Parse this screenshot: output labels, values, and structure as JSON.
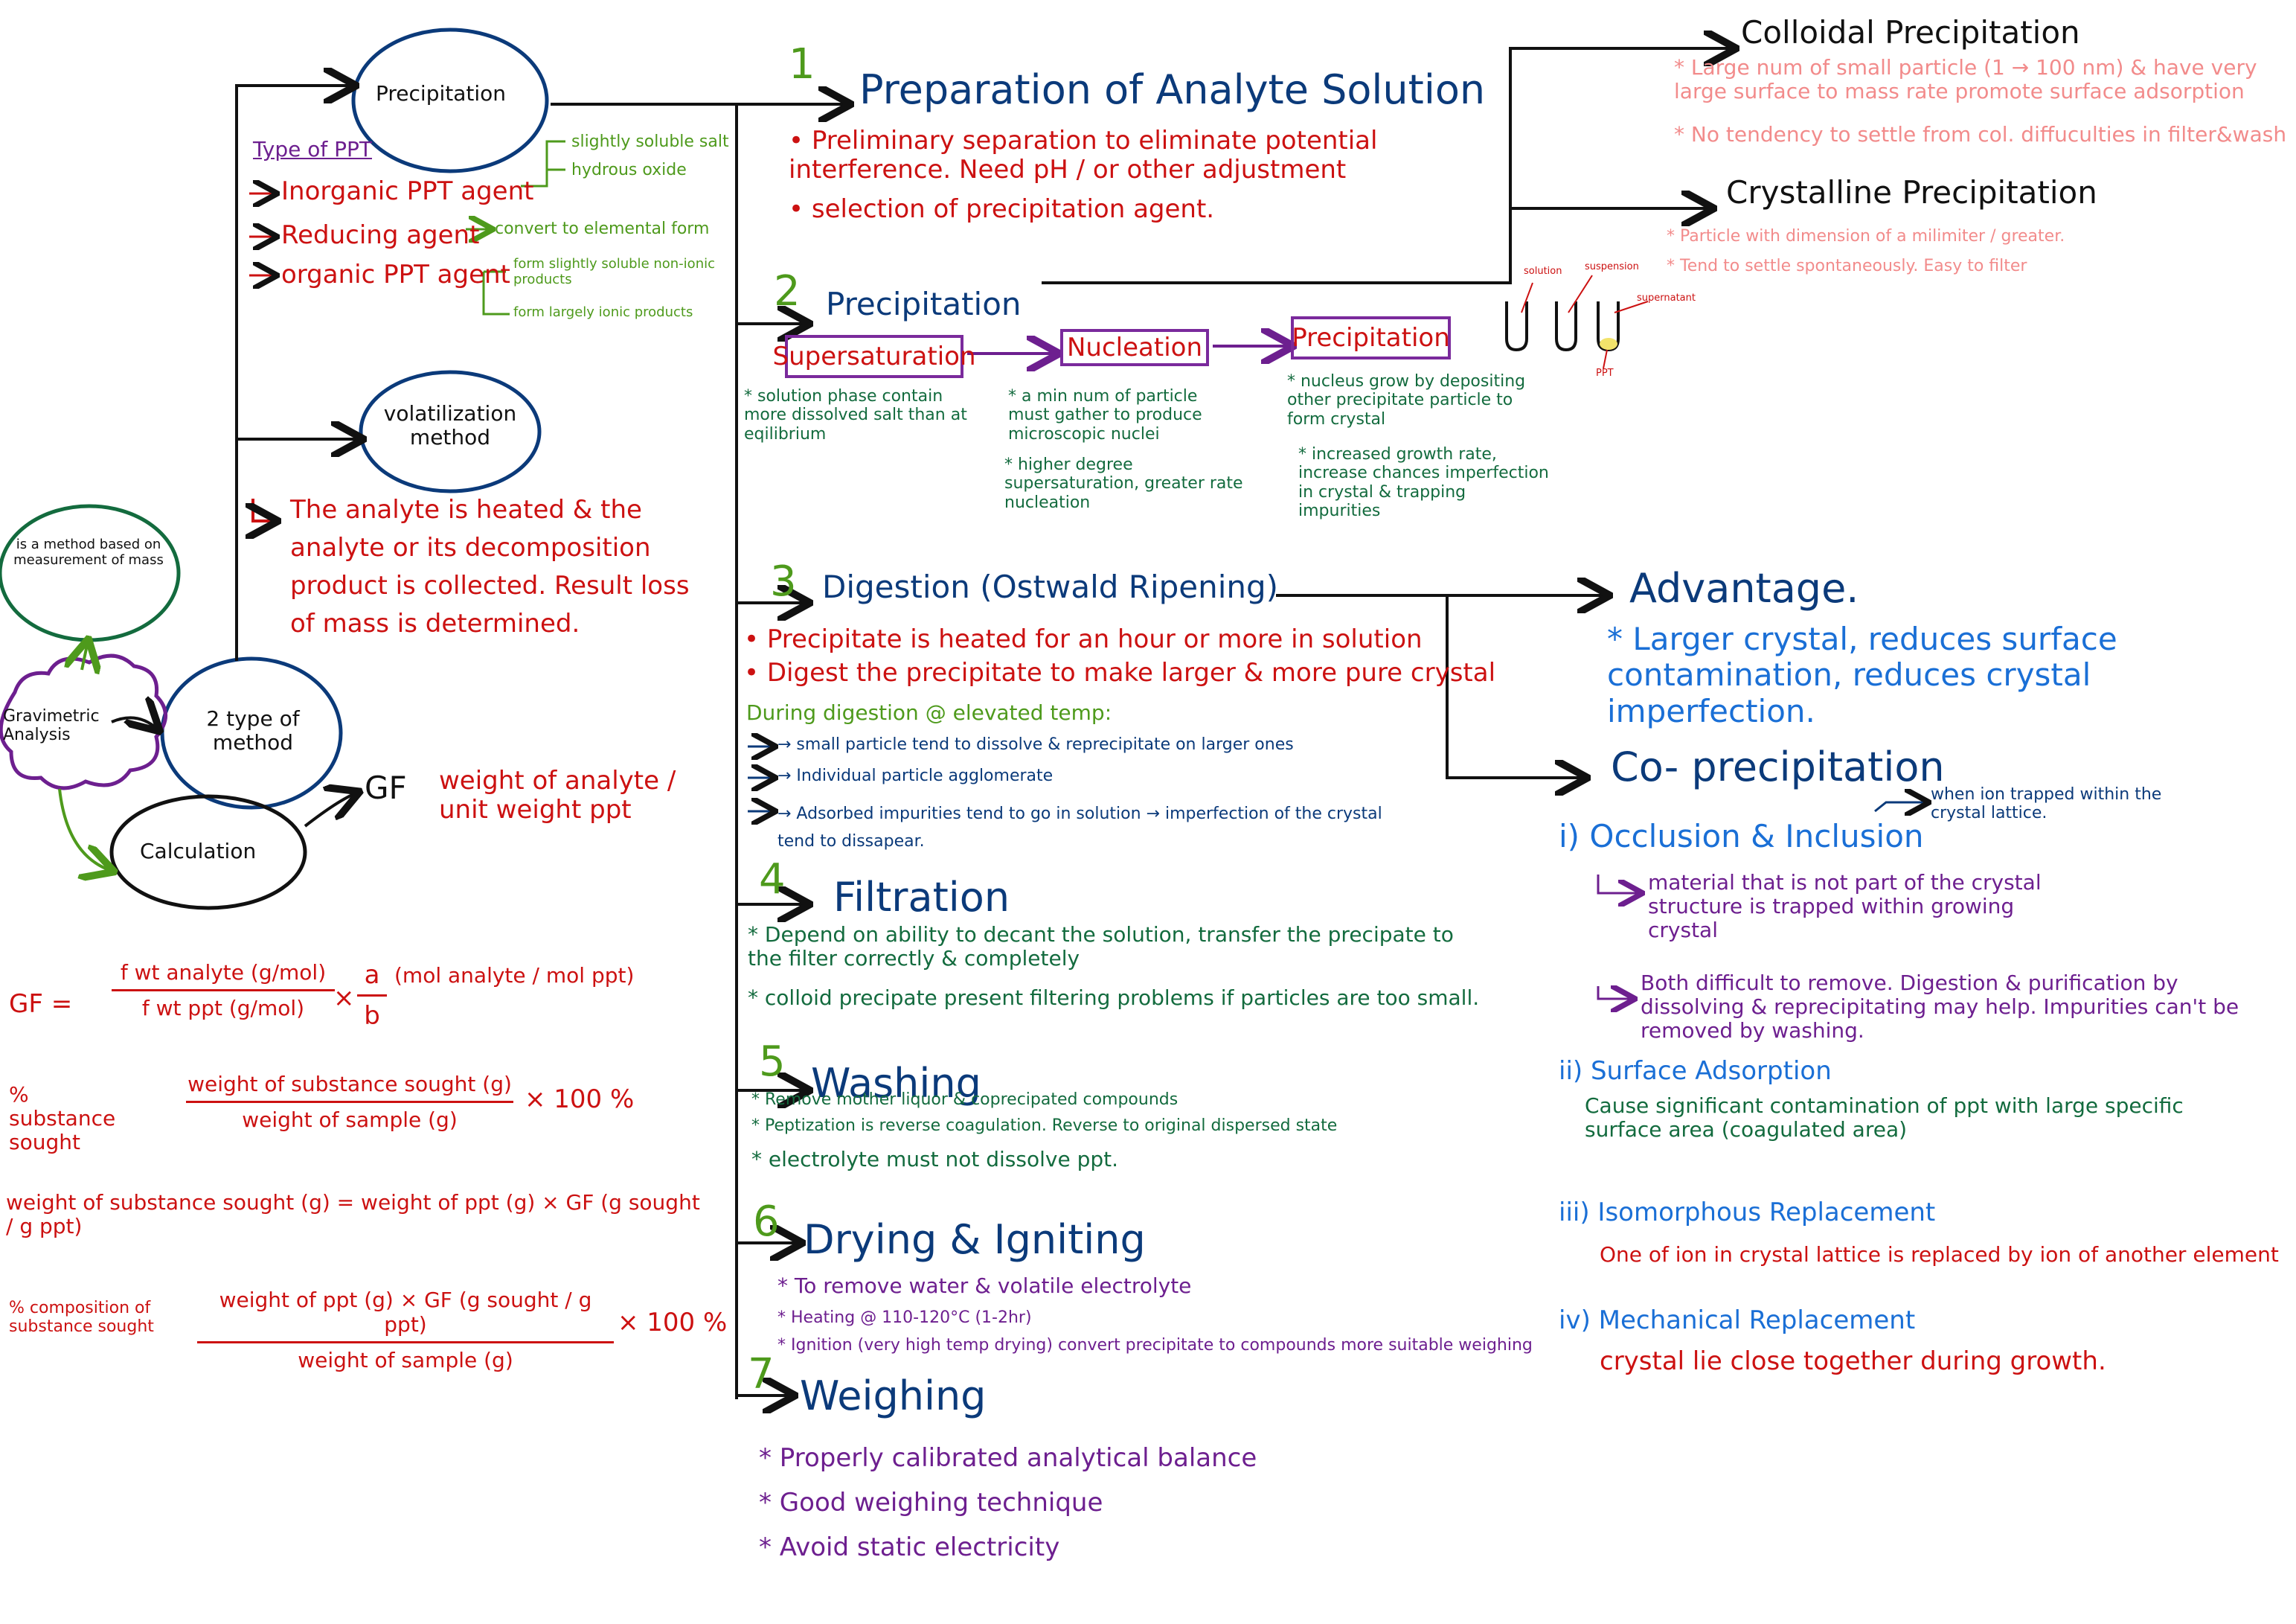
{
  "root": {
    "title": "Gravimetric Analysis",
    "definition": "is a method based on measurement of mass",
    "methods_node": "2 type of method",
    "calculation_node": "Calculation"
  },
  "precipitation_branch": {
    "node": "Precipitation",
    "types_heading": "Type of PPT",
    "inorganic": "Inorganic PPT agent",
    "inorganic_out1": "slightly soluble salt",
    "inorganic_out2": "hydrous oxide",
    "reducing": "Reducing agent",
    "reducing_out": "convert to elemental form",
    "organic": "organic PPT agent",
    "organic_out1": "form slightly soluble non-ionic products",
    "organic_out2": "form largely ionic products"
  },
  "volatilization_branch": {
    "node": "volatilization method",
    "text": "The analyte is heated & the analyte or its decomposition product is collected. Result loss of mass is determined."
  },
  "calculation_branch": {
    "gf_label": "GF",
    "gf_def": "weight of analyte / unit weight ppt",
    "f1_lhs": "GF =",
    "f1_num": "f wt analyte (g/mol)",
    "f1_den": "f wt ppt (g/mol)",
    "f1_mult": "×",
    "f1_ratio_num": "a",
    "f1_ratio_den": "b",
    "f1_ratio_unit": "(mol analyte / mol ppt)",
    "f2_lhs": "% substance sought",
    "f2_num": "weight of substance sought (g)",
    "f2_den": "weight of sample (g)",
    "f2_tail": "× 100 %",
    "f3": "weight of substance sought (g) = weight of ppt (g) × GF (g sought / g ppt)",
    "f4_lhs": "% composition of substance sought",
    "f4_num": "weight of ppt (g) × GF (g sought / g ppt)",
    "f4_den": "weight of sample (g)",
    "f4_tail": "× 100 %"
  },
  "steps": [
    {
      "num": "1",
      "title": "Preparation of Analyte Solution",
      "bullets": [
        "• Preliminary separation to eliminate potential interference. Need pH / or other adjustment",
        "• selection of precipitation agent."
      ]
    },
    {
      "num": "2",
      "title": "Precipitation",
      "stage1": "Supersaturation",
      "stage2": "Nucleation",
      "stage3": "Precipitation",
      "stage1_note": "* solution phase contain more dissolved salt than at eqilibrium",
      "stage2_note1": "* a min num of particle must gather to produce microscopic nuclei",
      "stage2_note2": "* higher degree supersaturation, greater rate nucleation",
      "stage3_note1": "* nucleus grow by depositing other precipitate particle to form crystal",
      "stage3_note2": "* increased growth rate, increase chances imperfection in crystal & trapping impurities",
      "beaker_labels": [
        "solution",
        "suspension",
        "supernatant",
        "PPT"
      ]
    },
    {
      "num": "3",
      "title": "Digestion (Ostwald Ripening)",
      "bullets": [
        "• Precipitate is heated for an hour or more in solution",
        "• Digest the precipitate to make larger & more pure crystal"
      ],
      "during": "During digestion @ elevated temp:",
      "sub": [
        "→ small particle tend to dissolve & reprecipitate on larger ones",
        "→ Individual particle agglomerate",
        "→ Adsorbed impurities tend to go in solution → imperfection of the crystal tend to dissapear."
      ]
    },
    {
      "num": "4",
      "title": "Filtration",
      "bullets": [
        "* Depend on ability to decant the solution, transfer the precipate to the filter correctly & completely",
        "* colloid precipate present filtering problems if particles are too small."
      ]
    },
    {
      "num": "5",
      "title": "Washing",
      "bullets": [
        "* Remove mother liquor & coprecipated compounds",
        "* Peptization is reverse coagulation. Reverse to original dispersed state",
        "* electrolyte must not dissolve ppt."
      ]
    },
    {
      "num": "6",
      "title": "Drying & Igniting",
      "bullets": [
        "* To remove water & volatile electrolyte",
        "* Heating @ 110-120°C (1-2hr)",
        "* Ignition (very high temp drying) convert precipitate to compounds more suitable weighing"
      ]
    },
    {
      "num": "7",
      "title": "Weighing",
      "bullets": [
        "* Properly calibrated analytical balance",
        "* Good weighing technique",
        "* Avoid static electricity"
      ]
    }
  ],
  "precipitate_types": {
    "colloidal_title": "Colloidal Precipitation",
    "colloidal_notes": [
      "* Large num of small particle (1 → 100 nm) & have very large surface to mass rate promote surface adsorption",
      "* No tendency to settle from col. diffuculties in filter&wash"
    ],
    "crystalline_title": "Crystalline Precipitation",
    "crystalline_notes": [
      "* Particle with dimension of a milimiter / greater.",
      "* Tend to settle spontaneously. Easy to filter"
    ]
  },
  "advantage": {
    "title": "Advantage.",
    "text": "* Larger crystal, reduces surface contamination, reduces crystal imperfection."
  },
  "coprecipitation": {
    "title": "Co- precipitation",
    "i_title": "i) Occlusion & Inclusion",
    "i_side": "when ion trapped within the crystal lattice.",
    "i_note1": "material that is not part of the crystal structure is trapped within growing crystal",
    "i_note2": "Both difficult to remove. Digestion & purification by dissolving & reprecipitating may help. Impurities can't be removed by washing.",
    "ii_title": "ii) Surface Adsorption",
    "ii_note": "Cause significant contamination of ppt with large specific surface area (coagulated area)",
    "iii_title": "iii) Isomorphous Replacement",
    "iii_note": "One of ion in crystal lattice is replaced by ion of another element",
    "iv_title": "iv) Mechanical Replacement",
    "iv_note": "crystal lie close together during growth."
  },
  "colors": {
    "navy": "#0b3a7a",
    "red": "#cc1111",
    "green": "#4e9a1c",
    "dark_green": "#136b3e",
    "blue": "#1a6fd6",
    "purple": "#6d1f8f",
    "pink": "#f28b8b"
  }
}
